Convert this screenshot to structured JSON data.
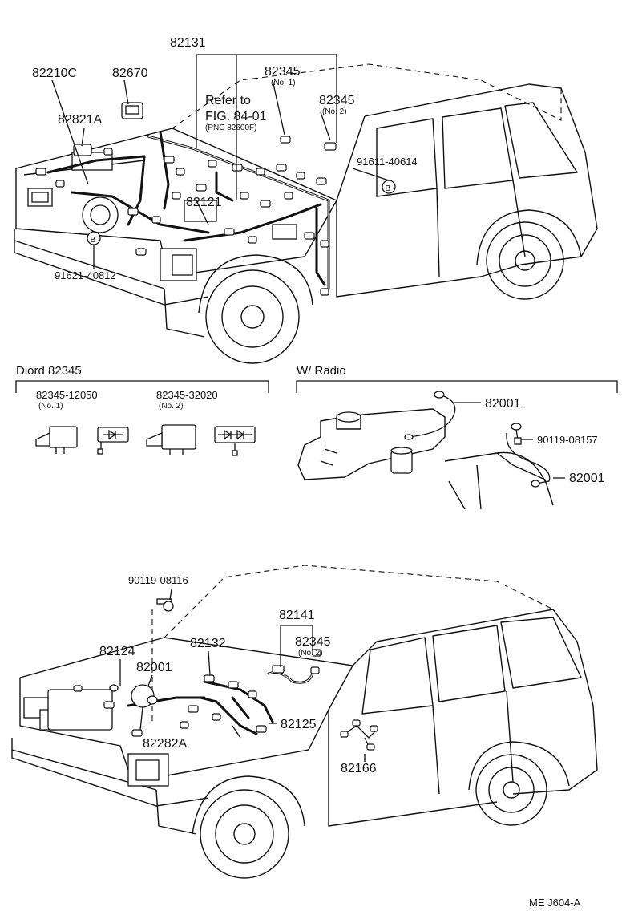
{
  "labels": {
    "p82131": "82131",
    "p82210c": "82210C",
    "p82670": "82670",
    "p82345_top1": "82345",
    "p82345_top1_sub": "(No. 1)",
    "p82345_top2": "82345",
    "p82345_top2_sub": "(No. 2)",
    "p82821a": "82821A",
    "refer_line1": "Refer to",
    "refer_line2": "FIG. 84-01",
    "refer_line3": "(PNC 82600F)",
    "p91611": "91611-40614",
    "p82121": "82121",
    "p91621": "91621-40812",
    "b_mark_left": "B",
    "b_mark_right": "B",
    "diord_title": "Diord 82345",
    "d1_pn": "82345-12050",
    "d1_sub": "(No. 1)",
    "d2_pn": "82345-32020",
    "d2_sub": "(No. 2)",
    "radio_title": "W/ Radio",
    "r_82001_a": "82001",
    "r_90119_08157": "90119-08157",
    "r_82001_b": "82001",
    "b_90119_08116": "90119-08116",
    "b_82141": "82141",
    "b_82345": "82345",
    "b_82345_sub": "(No. 2)",
    "b_82124": "82124",
    "b_82132": "82132",
    "b_82001": "82001",
    "b_82125": "82125",
    "b_82282a": "82282A",
    "b_82166": "82166",
    "ref_code": "ME  J604-A"
  }
}
